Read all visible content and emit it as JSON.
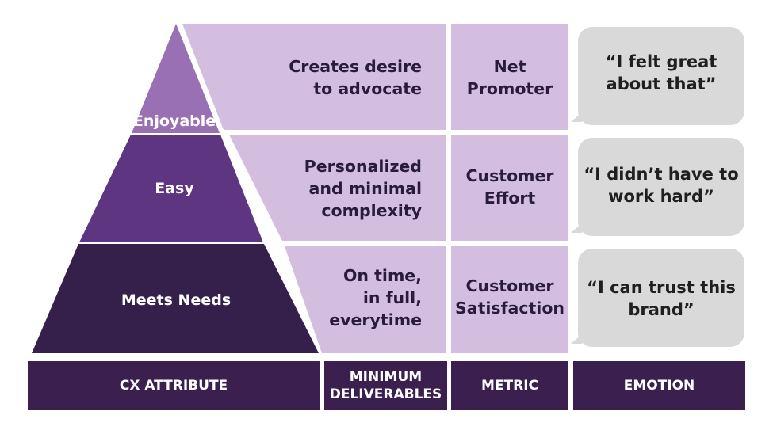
{
  "pyramid": {
    "levels": [
      {
        "label": "Enjoyable",
        "color": "#9a70b5"
      },
      {
        "label": "Easy",
        "color": "#5d3580"
      },
      {
        "label": "Meets Needs",
        "color": "#35204b"
      }
    ]
  },
  "rows": [
    {
      "deliverable": "Creates desire\nto advocate",
      "metric": "Net\nPromoter",
      "emotion": "“I felt great\nabout that”"
    },
    {
      "deliverable": "Personalized\nand minimal\ncomplexity",
      "metric": "Customer\nEffort",
      "emotion": "“I didn’t have to\nwork hard”"
    },
    {
      "deliverable": "On time,\nin full,\neverytime",
      "metric": "Customer\nSatisfaction",
      "emotion": "“I can trust this\nbrand”"
    }
  ],
  "footer": {
    "cx_attribute": "CX ATTRIBUTE",
    "minimum_deliverables": "MINIMUM\nDELIVERABLES",
    "metric": "METRIC",
    "emotion": "EMOTION"
  },
  "colors": {
    "cell_fill": "#d3bedf",
    "footer_fill": "#3a1f4f",
    "bubble_fill": "#d9d9d9"
  }
}
